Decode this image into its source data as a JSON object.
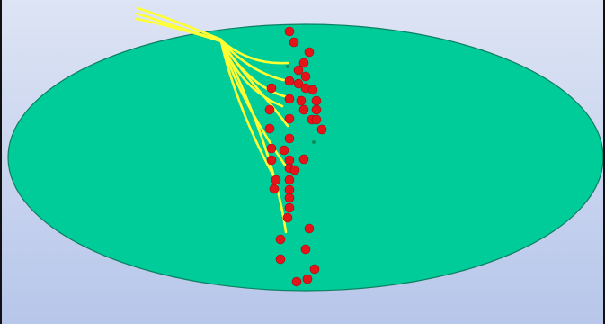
{
  "colors": {
    "background_top": "#dde4f4",
    "background_bottom": "#b7c6ea",
    "frame": "#111111",
    "oval_fill": "#00cc99",
    "oval_stroke": "#0e7f63",
    "fiber": "#ffff33",
    "dot": "#e3141a",
    "dot_outline": "#a50c10",
    "small_dot": "#138a5c"
  },
  "shapes": {
    "oval": "large-green-ellipse",
    "fibers": "yellow-branching-lines",
    "dots": "red-circle-markers"
  }
}
